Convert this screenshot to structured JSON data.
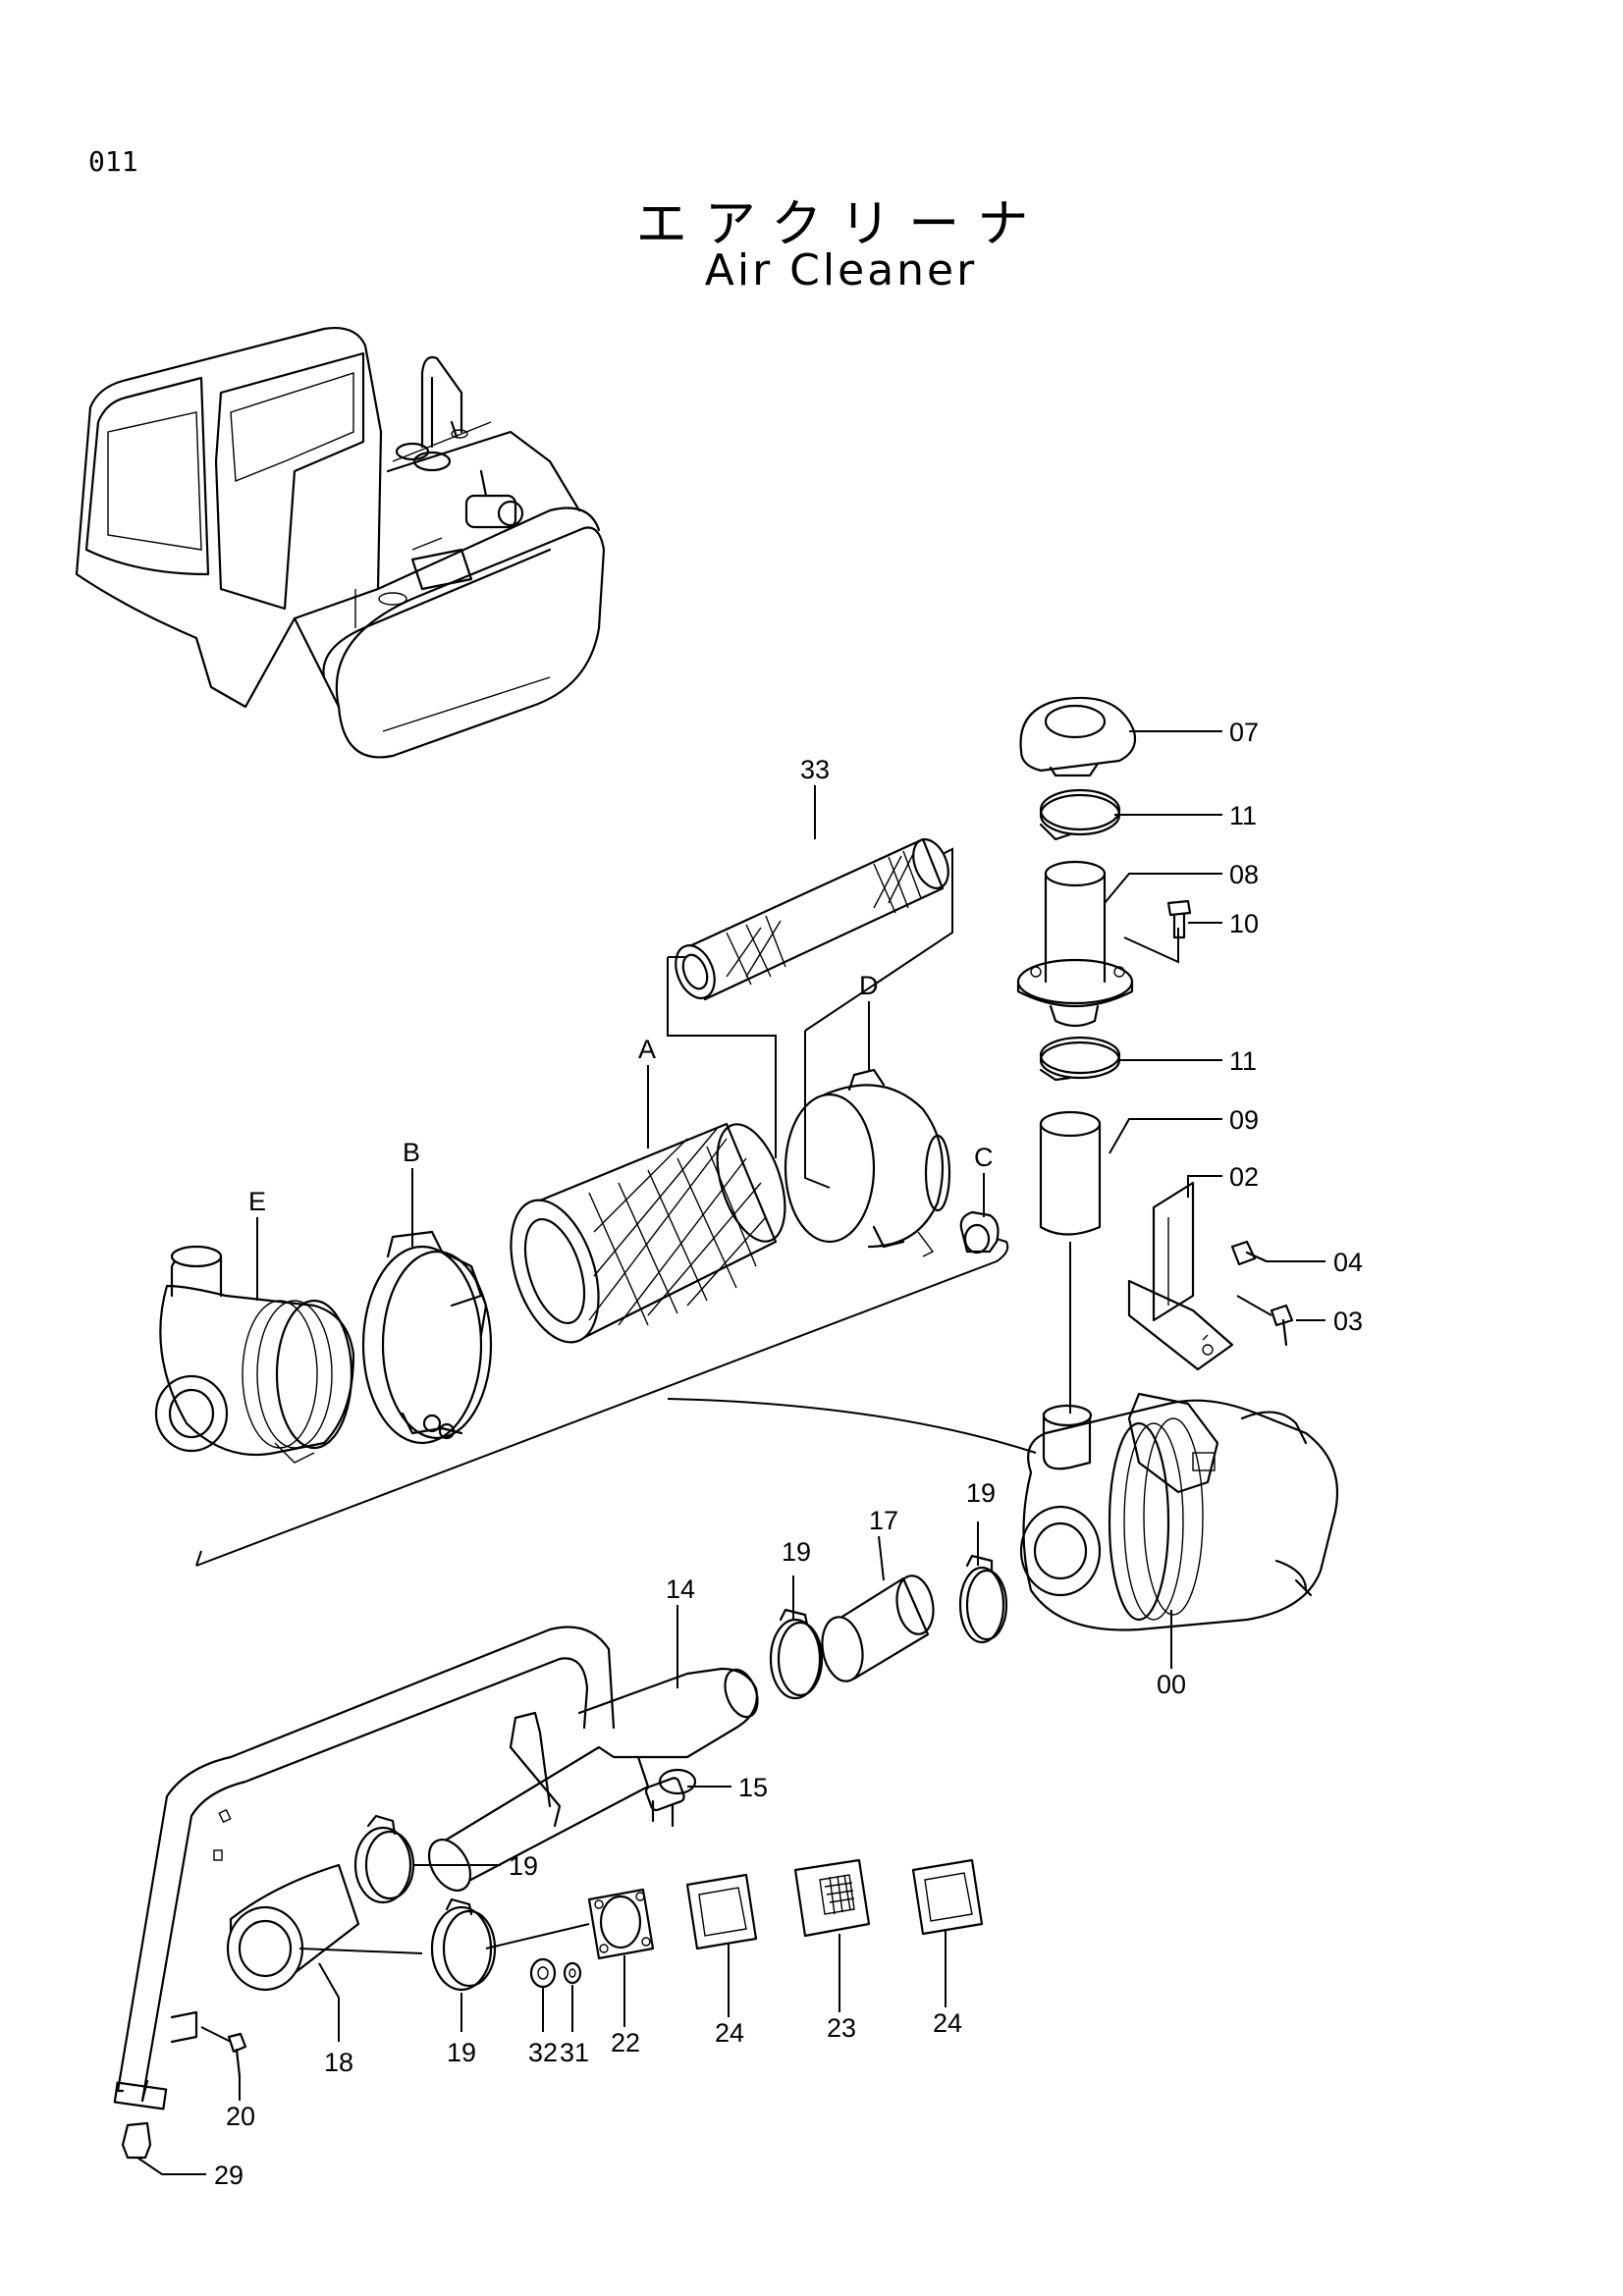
{
  "page": {
    "page_number": "011",
    "title_jp": "エアクリーナ",
    "title_en": "Air Cleaner"
  },
  "callouts": {
    "p07": "07",
    "p11a": "11",
    "p08": "08",
    "p10": "10",
    "p11b": "11",
    "p09": "09",
    "p02": "02",
    "p04": "04",
    "p03": "03",
    "p33": "33",
    "pA": "A",
    "pB": "B",
    "pC": "C",
    "pD": "D",
    "pE": "E",
    "p00": "00",
    "p19a": "19",
    "p17": "17",
    "p19b": "19",
    "p14": "14",
    "p15": "15",
    "p19c": "19",
    "p19d": "19",
    "p18": "18",
    "p32": "32",
    "p31": "31",
    "p22": "22",
    "p24a": "24",
    "p23": "23",
    "p24b": "24",
    "p20": "20",
    "p29": "29"
  }
}
